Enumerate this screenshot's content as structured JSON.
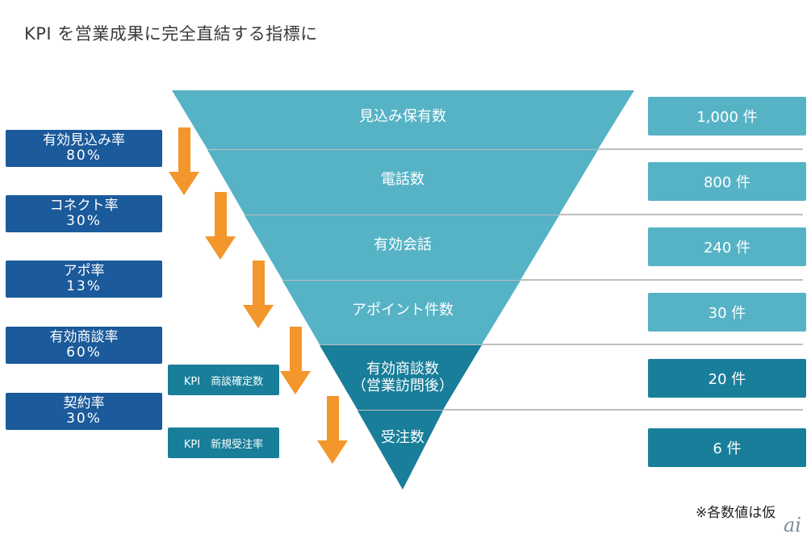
{
  "title": "KPI を営業成果に完全直結する指標に",
  "stages": [
    {
      "label": "見込み保有数",
      "count": "1,000 件"
    },
    {
      "label": "電話数",
      "count": "800 件"
    },
    {
      "label": "有効会話",
      "count": "240 件"
    },
    {
      "label": "アポイント件数",
      "count": "30 件"
    },
    {
      "label": "有効商談数",
      "sublabel": "（営業訪問後）",
      "count": "20 件"
    },
    {
      "label": "受注数",
      "count": "6 件"
    }
  ],
  "rates": [
    {
      "label": "有効見込み率",
      "value": "80%"
    },
    {
      "label": "コネクト率",
      "value": "30%"
    },
    {
      "label": "アポ率",
      "value": "13%"
    },
    {
      "label": "有効商談率",
      "value": "60%"
    },
    {
      "label": "契約率",
      "value": "30%"
    }
  ],
  "kpis": [
    {
      "label": "KPI　商談確定数"
    },
    {
      "label": "KPI　新規受注率"
    }
  ],
  "note": "※各数値は仮",
  "logo": "ai",
  "colors": {
    "funnel_light": "#56b3c6",
    "funnel_dark": "#197e99",
    "count_light": "#56b3c6",
    "count_dark": "#197e99",
    "rate_box": "#1b5a9b",
    "arrow": "#f3962b",
    "divider": "#a9a9a9"
  },
  "icons": [
    "down-arrow-icon"
  ]
}
